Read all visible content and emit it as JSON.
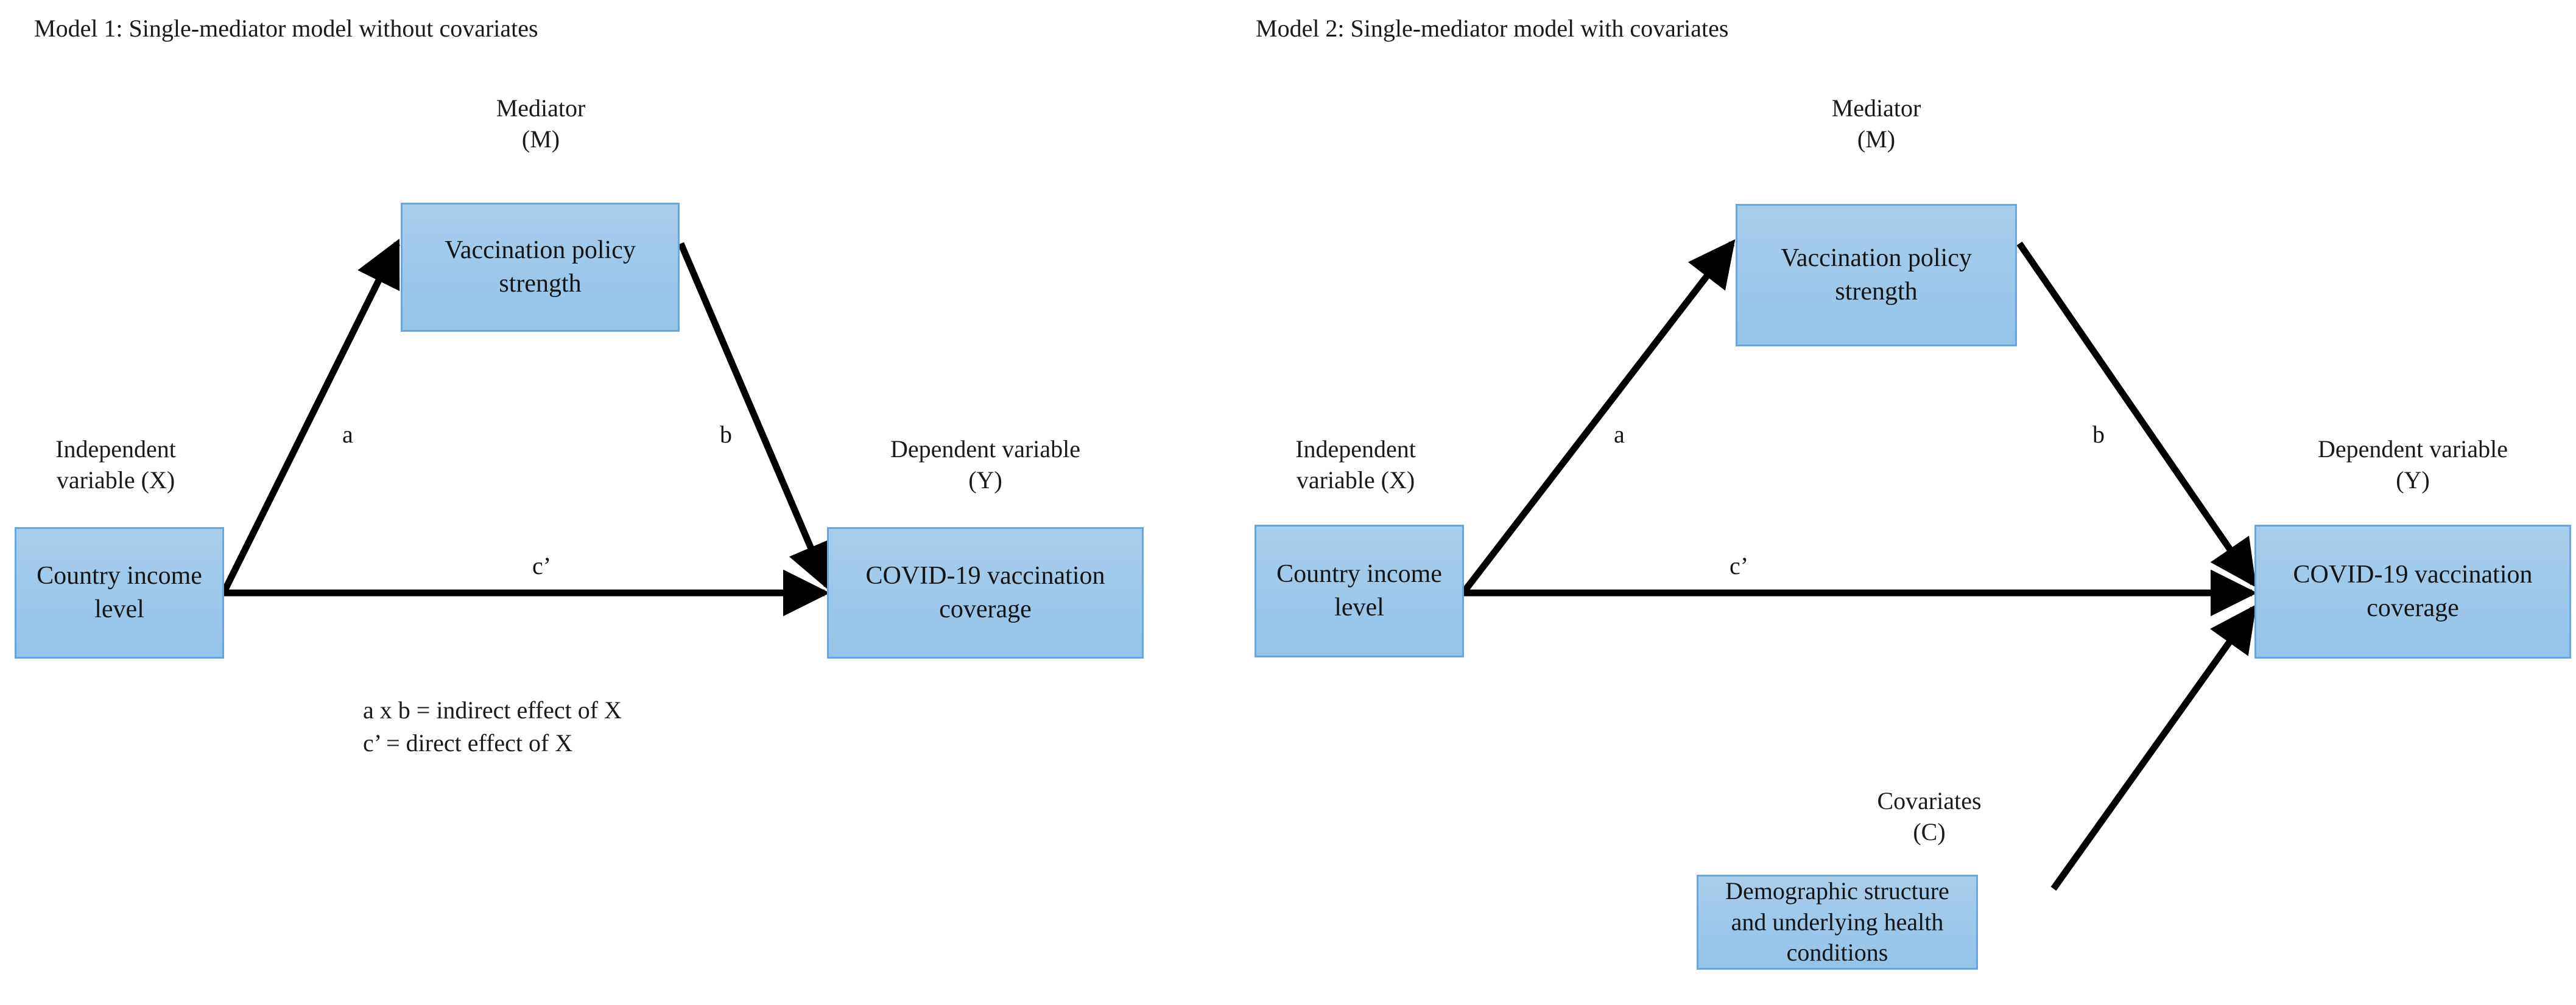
{
  "figure": {
    "background_color": "#ffffff",
    "box_fill_color": "#9ec8ea",
    "box_border_color": "#66a8dd",
    "edge_color": "#000000",
    "text_color": "#141414"
  },
  "model1": {
    "title": "Model 1: Single-mediator model without  covariates",
    "mediator_caption": "Mediator\n(M)",
    "mediator_label": "Vaccination\npolicy strength",
    "independent_caption": "Independent\nvariable (X)",
    "independent_label": "Country\nincome level",
    "dependent_caption": "Dependent variable\n(Y)",
    "dependent_label": "COVID-19\nvaccination coverage",
    "path_a": "a",
    "path_b": "b",
    "path_c": "c’",
    "note": "a x b = indirect effect of X\nc’ = direct effect of X"
  },
  "model2": {
    "title": "Model 2: Single-mediator model with  covariates",
    "mediator_caption": "Mediator\n(M)",
    "mediator_label": "Vaccination\npolicy strength",
    "independent_caption": "Independent\nvariable (X)",
    "independent_label": "Country\nincome level",
    "dependent_caption": "Dependent variable\n(Y)",
    "dependent_label": "COVID-19\nvaccination coverage",
    "covariates_caption": "Covariates\n(C)",
    "covariates_label": "Demographic structure\nand underlying health\nconditions",
    "path_a": "a",
    "path_b": "b",
    "path_c": "c’"
  }
}
